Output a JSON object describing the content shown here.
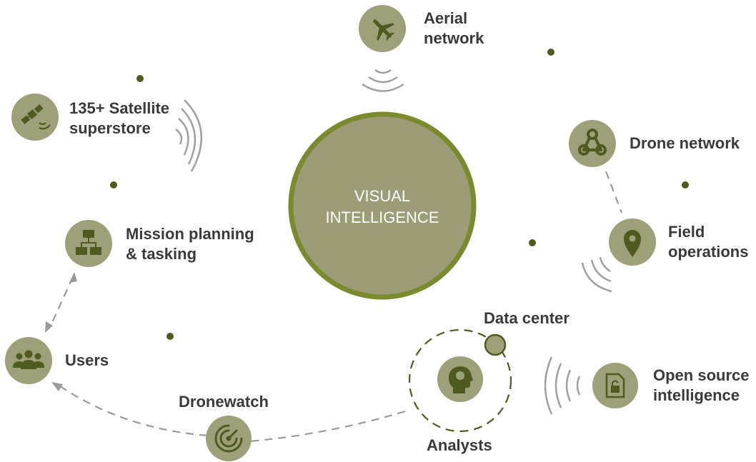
{
  "center": {
    "line1": "VISUAL",
    "line2": "INTELLIGENCE"
  },
  "nodes": {
    "aerial": {
      "line1": "Aerial",
      "line2": "network"
    },
    "satellite": {
      "line1": "135+ Satellite",
      "line2": "superstore"
    },
    "drone_network": {
      "label": "Drone network"
    },
    "field_operations": {
      "line1": "Field",
      "line2": "operations"
    },
    "mission": {
      "line1": "Mission planning",
      "line2": "& tasking"
    },
    "users": {
      "label": "Users"
    },
    "data_center": {
      "label": "Data center"
    },
    "open_source": {
      "line1": "Open source",
      "line2": "intelligence"
    },
    "dronewatch": {
      "label": "Dronewatch"
    },
    "analysts": {
      "label": "Analysts"
    }
  },
  "icons": {
    "aerial": "airplane-icon",
    "satellite": "satellite-icon",
    "drone_network": "webhook-icon",
    "field_operations": "location-pin-icon",
    "mission": "sitemap-icon",
    "users": "users-group-icon",
    "analysts": "head-brain-icon",
    "open_source": "locked-document-icon",
    "dronewatch": "radar-icon"
  },
  "colors": {
    "node_fill": "#9ea079",
    "center_fill": "#9c9d76",
    "center_ring": "#7a8a2e",
    "dot": "#4e5a1e",
    "icon": "#4f5a1f",
    "wave": "#a0a0a0",
    "dash": "#9a9a9a",
    "orbit": "#4e5a1e",
    "text": "#3a3a3a"
  }
}
